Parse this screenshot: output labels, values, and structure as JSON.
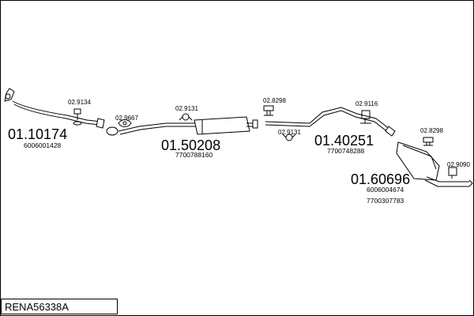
{
  "diagram_title": "RENA56338A",
  "parts": [
    {
      "number": "01.10174",
      "refs": [
        "6006001428"
      ]
    },
    {
      "number": "01.50208",
      "refs": [
        "7700788160"
      ]
    },
    {
      "number": "01.40251",
      "refs": [
        "7700748288"
      ]
    },
    {
      "number": "01.60696",
      "refs": [
        "6006004674",
        "7700307783"
      ]
    }
  ],
  "small_parts": [
    "02.9134",
    "02.9667",
    "02.9131",
    "02.8298",
    "02.9131",
    "02.9116",
    "02.8298",
    "02.9090"
  ],
  "colors": {
    "line": "#000000",
    "background": "#ffffff"
  }
}
